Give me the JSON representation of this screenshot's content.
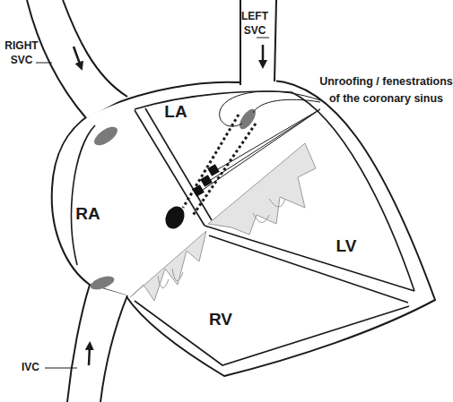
{
  "diagram": {
    "labels": [
      "LEFT SVC",
      "RIGHT SVC",
      "LA",
      "Unroofing / fenestrations of the coronary sinus",
      "RA",
      "LV",
      "RV",
      "IVC"
    ]
  }
}
